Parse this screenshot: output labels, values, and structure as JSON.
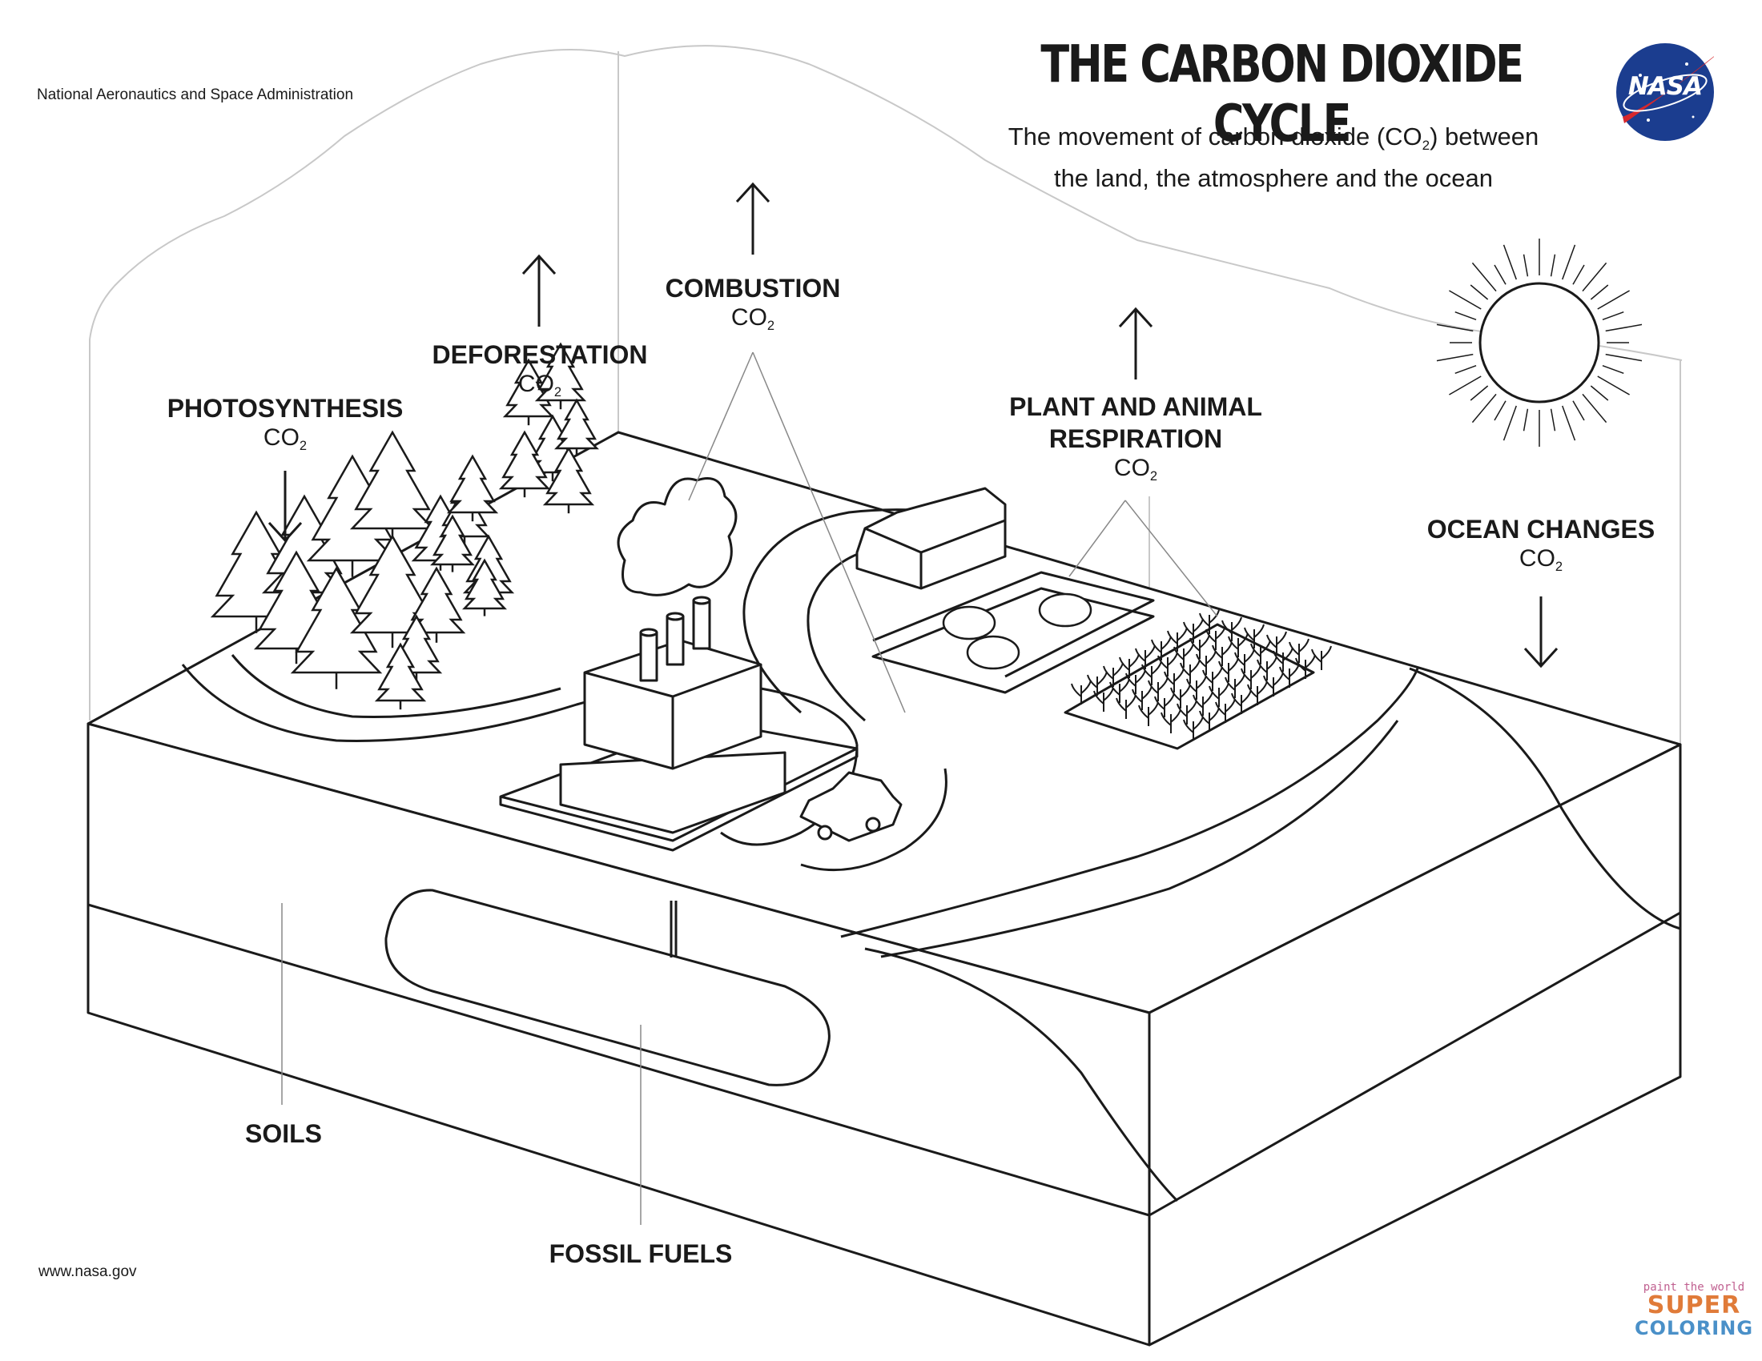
{
  "header": {
    "agency": "National Aeronautics and Space Administration",
    "title": "THE CARBON DIOXIDE CYCLE",
    "subtitle_pre": "The movement of carbon dioxide (CO",
    "subtitle_sub": "2",
    "subtitle_post": ") between",
    "subtitle_line2": "the land, the atmosphere and the ocean",
    "logo_text": "NASA"
  },
  "co2": {
    "main": "CO",
    "sub": "2"
  },
  "processes": [
    {
      "label": "PHOTOSYNTHESIS",
      "direction": "down"
    },
    {
      "label": "DEFORESTATION",
      "direction": "up"
    },
    {
      "label": "COMBUSTION",
      "direction": "up"
    },
    {
      "label_line1": "PLANT AND ANIMAL",
      "label_line2": "RESPIRATION",
      "direction": "up"
    },
    {
      "label": "OCEAN CHANGES",
      "direction": "down"
    }
  ],
  "layers": {
    "soils": "SOILS",
    "fossil_fuels": "FOSSIL FUELS"
  },
  "footer": {
    "url": "www.nasa.gov"
  },
  "watermark": {
    "line1": "paint the world",
    "line2": "SUPER",
    "line3": "COLORING"
  },
  "colors": {
    "ink": "#1a1a1a",
    "nasa_blue": "#1b3d8f",
    "nasa_red": "#d6282d",
    "light_line": "#c8c8c8"
  }
}
